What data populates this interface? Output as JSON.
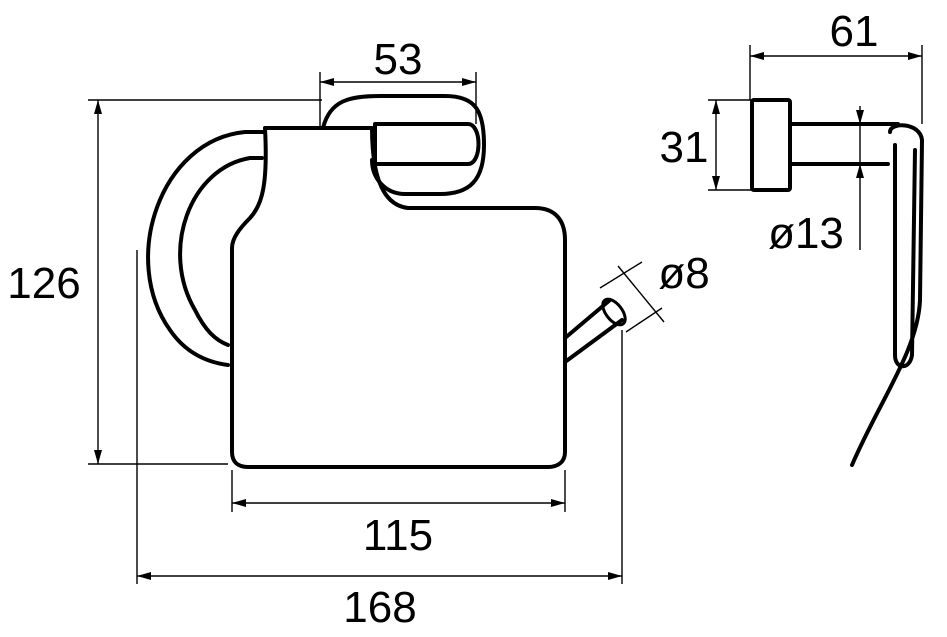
{
  "dimensions": {
    "cover_width": "53",
    "overall_height": "126",
    "base_width": "115",
    "overall_width": "168",
    "rod_diameter": "ø8",
    "side_depth": "61",
    "flange_height": "31",
    "flange_diameter": "ø13"
  }
}
